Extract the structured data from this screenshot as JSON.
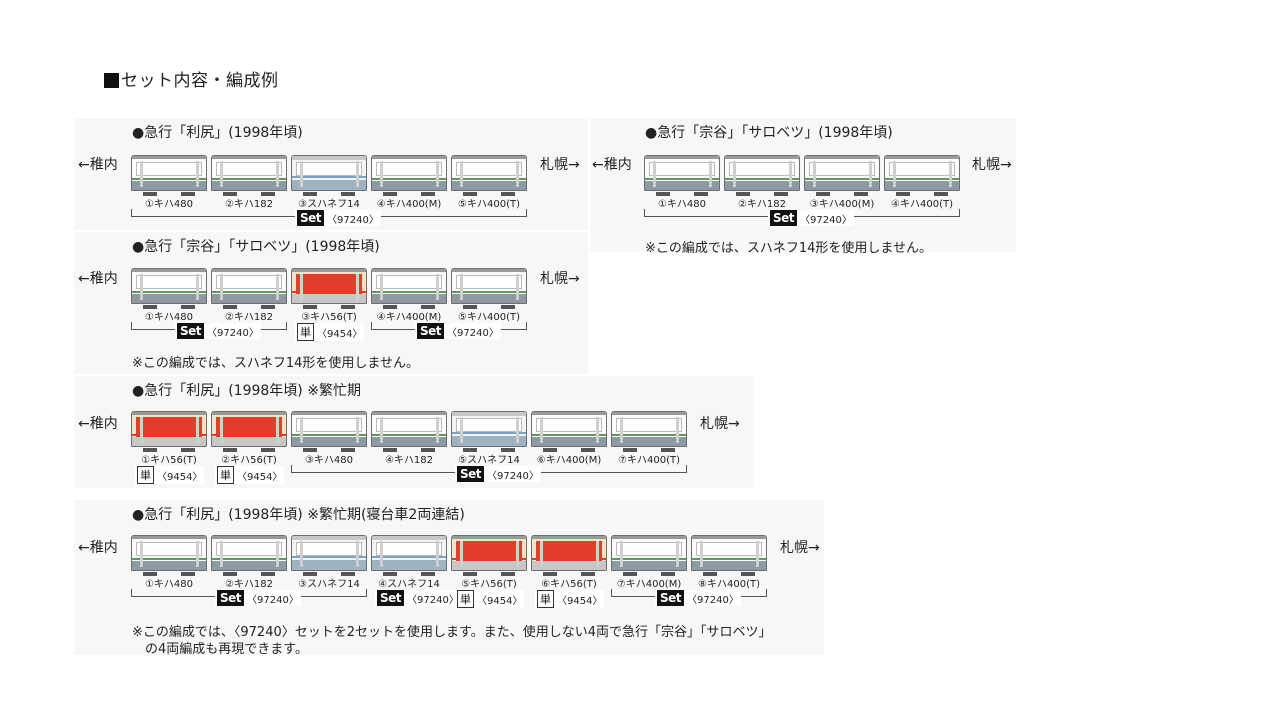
{
  "page_title": "■セット内容・編成例",
  "common": {
    "left_dir": "←稚内",
    "right_dir": "札幌→",
    "set_label": "Set",
    "tan_label": "単"
  },
  "formations": [
    {
      "title": "●急行「利尻」(1998年頃)",
      "cars": [
        "①キハ480",
        "②キハ182",
        "③スハネフ14",
        "④キハ400(M)",
        "⑤キハ400(T)"
      ],
      "badges": [
        "〈97240〉"
      ]
    },
    {
      "title": "●急行「宗谷」「サロベツ」(1998年頃)",
      "cars": [
        "①キハ480",
        "②キハ182",
        "③キハ400(M)",
        "④キハ400(T)"
      ],
      "badges": [
        "〈97240〉"
      ],
      "note": "※この編成では、スハネフ14形を使用しません。"
    },
    {
      "title": "●急行「宗谷」「サロベツ」(1998年頃)",
      "cars": [
        "①キハ480",
        "②キハ182",
        "③キハ56(T)",
        "④キハ400(M)",
        "⑤キハ400(T)"
      ],
      "badges": [
        "〈97240〉",
        "〈9454〉",
        "〈97240〉"
      ],
      "note": "※この編成では、スハネフ14形を使用しません。"
    },
    {
      "title": "●急行「利尻」(1998年頃) ※繁忙期",
      "cars": [
        "①キハ56(T)",
        "②キハ56(T)",
        "③キハ480",
        "④キハ182",
        "⑤スハネフ14",
        "⑥キハ400(M)",
        "⑦キハ400(T)"
      ],
      "badges": [
        "〈9454〉",
        "〈9454〉",
        "〈97240〉"
      ]
    },
    {
      "title": "●急行「利尻」(1998年頃) ※繁忙期(寝台車2両連結)",
      "cars": [
        "①キハ480",
        "②キハ182",
        "③スハネフ14",
        "④スハネフ14",
        "⑤キハ56(T)",
        "⑥キハ56(T)",
        "⑦キハ400(M)",
        "⑧キハ400(T)"
      ],
      "badges": [
        "〈97240〉",
        "〈97240〉",
        "〈9454〉",
        "〈9454〉",
        "〈97240〉"
      ],
      "note_lines": [
        "※この編成では、〈97240〉セットを2セットを使用します。また、使用しない4両で急行「宗谷」「サロベツ」",
        "の4両編成も再現できます。"
      ]
    }
  ]
}
